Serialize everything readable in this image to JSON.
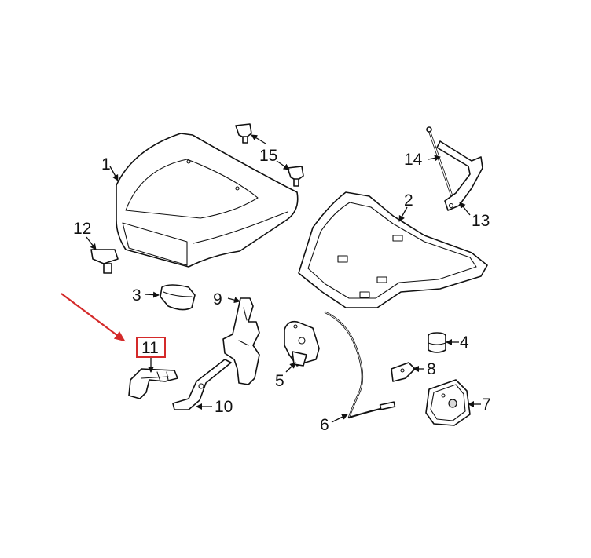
{
  "callouts": {
    "c1": "1",
    "c2": "2",
    "c3": "3",
    "c4": "4",
    "c5": "5",
    "c6": "6",
    "c7": "7",
    "c8": "8",
    "c9": "9",
    "c10": "10",
    "c11": "11",
    "c12": "12",
    "c13": "13",
    "c14": "14",
    "c15": "15"
  },
  "highlight": {
    "part": "11",
    "box_color": "#d42a2a",
    "arrow_color": "#d42a2a"
  }
}
